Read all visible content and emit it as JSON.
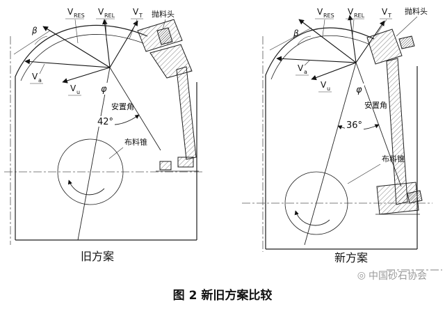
{
  "figure": {
    "caption": "图 2  新旧方案比较",
    "watermark": "中国砂石协会",
    "watermark_icon": "◎"
  },
  "shared": {
    "v": "V",
    "sub_res": "RES",
    "sub_rel": "REL",
    "sub_t": "T",
    "sub_a": "a",
    "sub_u": "u",
    "beta": "β",
    "phi": "φ",
    "throw_head": "抛料头",
    "mount_angle": "安置角",
    "cone": "布料锥"
  },
  "panels": {
    "old": {
      "title": "旧方案",
      "angle": "42°"
    },
    "new": {
      "title": "新方案",
      "angle": "36°"
    }
  }
}
